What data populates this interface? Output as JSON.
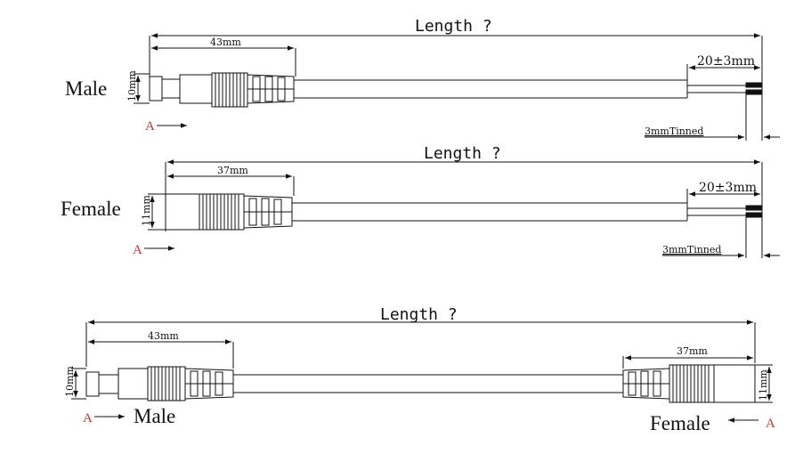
{
  "colors": {
    "ink": "#111111",
    "marker": "#c0392b",
    "background": "#ffffff"
  },
  "cable1": {
    "length_label": "Length ?",
    "connector_label": "Male",
    "connector_length": "43mm",
    "connector_diameter": "10mm",
    "strip_label": "20±3mm",
    "tinned_label": "3mmTinned",
    "view_marker": "A"
  },
  "cable2": {
    "length_label": "Length ?",
    "connector_label": "Female",
    "connector_length": "37mm",
    "connector_diameter": "11mm",
    "strip_label": "20±3mm",
    "tinned_label": "3mmTinned",
    "view_marker": "A"
  },
  "cable3": {
    "length_label": "Length ?",
    "left_label": "Male",
    "left_length": "43mm",
    "left_diameter": "10mm",
    "left_marker": "A",
    "right_label": "Female",
    "right_length": "37mm",
    "right_diameter": "11mm",
    "right_marker": "A"
  }
}
